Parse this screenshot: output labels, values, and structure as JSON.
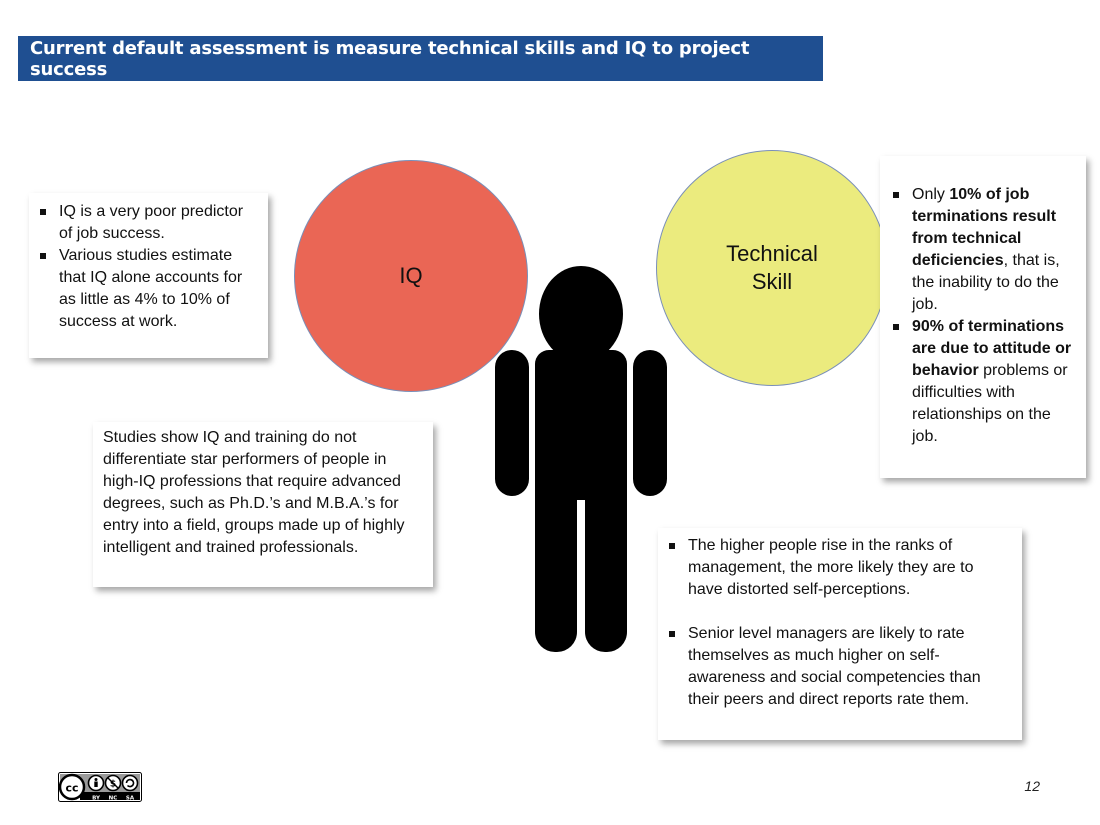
{
  "title": "Current default assessment is measure technical skills and IQ to project success",
  "colors": {
    "title_bg": "#1f4f91",
    "iq_circle": "#ea6655",
    "skill_circle": "#ebeb7e",
    "figure": "#000000"
  },
  "iq_circle": {
    "label": "IQ"
  },
  "skill_circle": {
    "line1": "Technical",
    "line2": "Skill"
  },
  "left_box": {
    "items": [
      "IQ is a very poor predictor of job success.",
      "Various studies estimate that IQ alone accounts for as little as 4% to 10% of success at work."
    ]
  },
  "middle_box": {
    "text": "Studies show IQ and training do not differentiate star performers of people in high-IQ professions that require advanced degrees, such as Ph.D.’s and M.B.A.’s for entry into a field, groups made up of highly intelligent and trained professionals."
  },
  "right_box": {
    "item1": {
      "pre": "Only ",
      "bold": "10% of job terminations result from technical deficiencies",
      "post": ", that is, the inability to do the job."
    },
    "item2": {
      "bold": "90% of terminations are due to attitude or behavior",
      "post": " problems or difficulties with relationships on the job."
    }
  },
  "bottom_box": {
    "items": [
      "The higher people rise in the ranks of management, the more likely they are to have distorted self-perceptions.",
      "Senior level managers are likely to rate themselves as much higher on self-awareness and social competencies than their peers and direct reports rate them."
    ]
  },
  "license": {
    "icon": "cc-by-nc-sa-icon",
    "labels": [
      "BY",
      "NC",
      "SA"
    ]
  },
  "page_number": "12"
}
